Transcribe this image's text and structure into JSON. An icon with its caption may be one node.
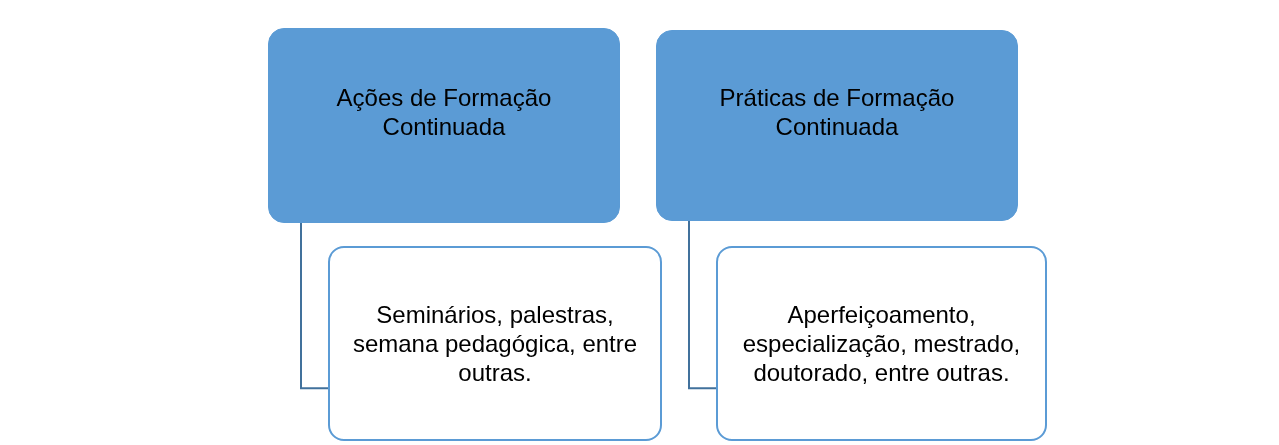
{
  "diagram": {
    "nodes": [
      {
        "text": [
          "Ações de Formação Continuada"
        ]
      },
      {
        "text": [
          "Seminários, palestras, semana pedagógica, entre outras."
        ]
      },
      {
        "text": [
          "Práticas de Formação Continuada"
        ]
      },
      {
        "text": [
          "Aperfeiçoamento, especialização, mestrado, doutorado, entre outras."
        ]
      }
    ],
    "edges": [
      {
        "from": 0,
        "to": 1,
        "arrow": "none"
      },
      {
        "from": 2,
        "to": 3,
        "arrow": "none"
      }
    ]
  }
}
